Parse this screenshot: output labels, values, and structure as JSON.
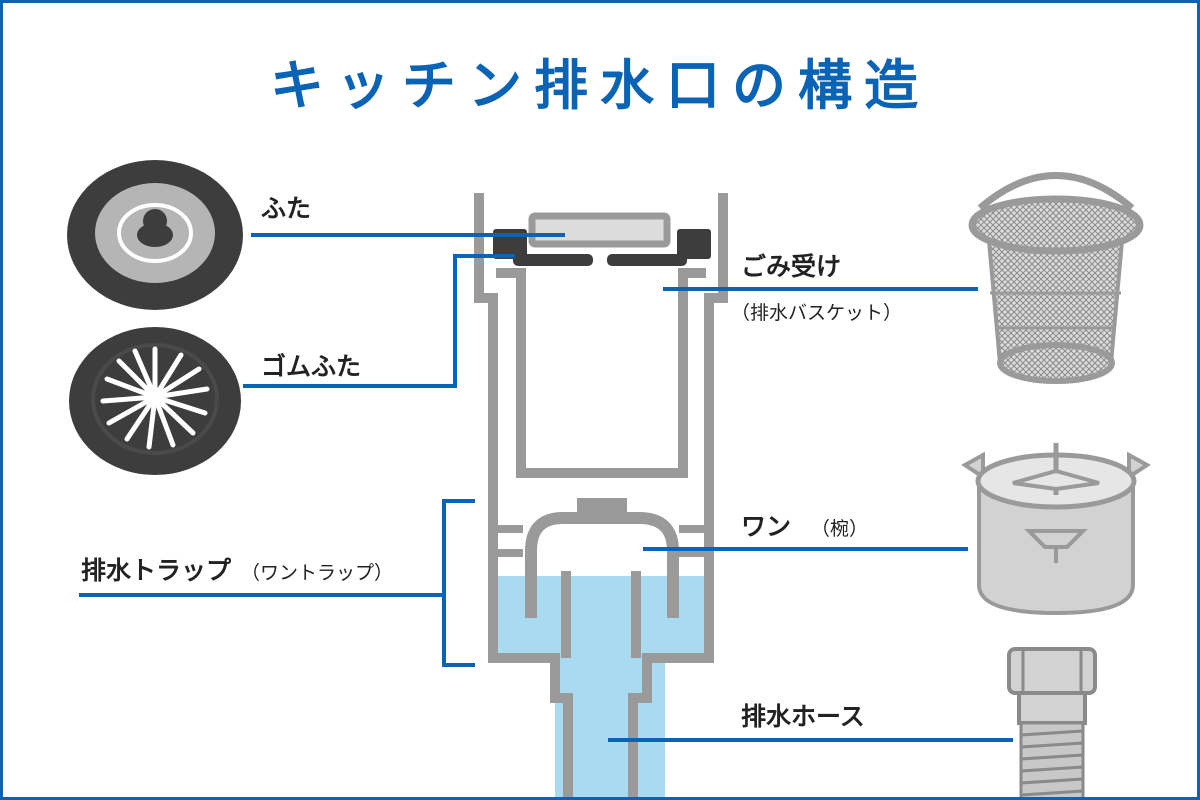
{
  "title": "キッチン排水口の構造",
  "labels": {
    "futa": "ふた",
    "gomu_futa": "ゴムふた",
    "gomi_uke": "ごみ受け",
    "gomi_uke_sub": "（排水バスケット）",
    "wan": "ワン",
    "wan_sub": "（椀）",
    "trap": "排水トラップ",
    "trap_sub": "（ワントラップ）",
    "hose": "排水ホース"
  },
  "colors": {
    "accent": "#0a63b5",
    "pipe": "#9a9a9a",
    "water": "#a9daf0",
    "dark": "#3d3d3d"
  }
}
